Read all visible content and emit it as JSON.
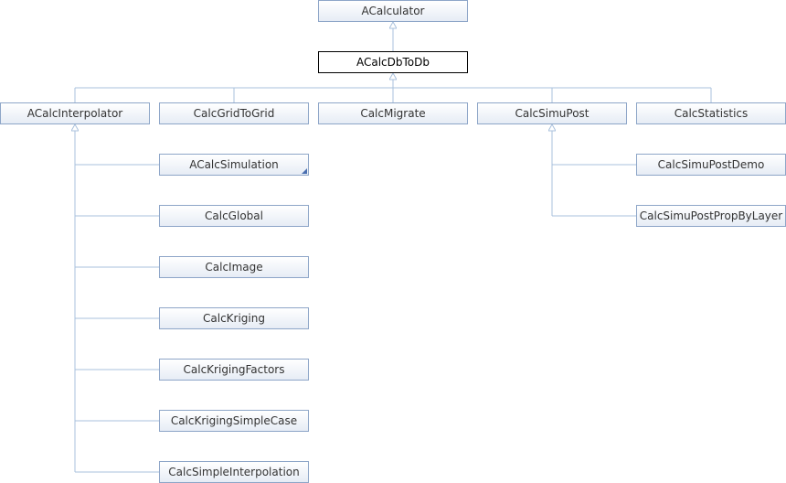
{
  "diagram": {
    "nodes": {
      "acalculator": "ACalculator",
      "acalcdbtodb": "ACalcDbToDb",
      "acalcinterpolator": "ACalcInterpolator",
      "calcgridtogrid": "CalcGridToGrid",
      "calcmigrate": "CalcMigrate",
      "calcsimupost": "CalcSimuPost",
      "calcstatistics": "CalcStatistics",
      "acalcsimulation": "ACalcSimulation",
      "calcglobal": "CalcGlobal",
      "calcimage": "CalcImage",
      "calckriging": "CalcKriging",
      "calckrigingfactors": "CalcKrigingFactors",
      "calckrigingsimplecase": "CalcKrigingSimpleCase",
      "calcsimpleinterpolation": "CalcSimpleInterpolation",
      "calcsimupostdemo": "CalcSimuPostDemo",
      "calcsimupostpropbylayer": "CalcSimuPostPropByLayer"
    },
    "colors": {
      "edge": "#a9c0dc",
      "node_border": "#8ea6c8",
      "current_border": "#000000"
    }
  }
}
